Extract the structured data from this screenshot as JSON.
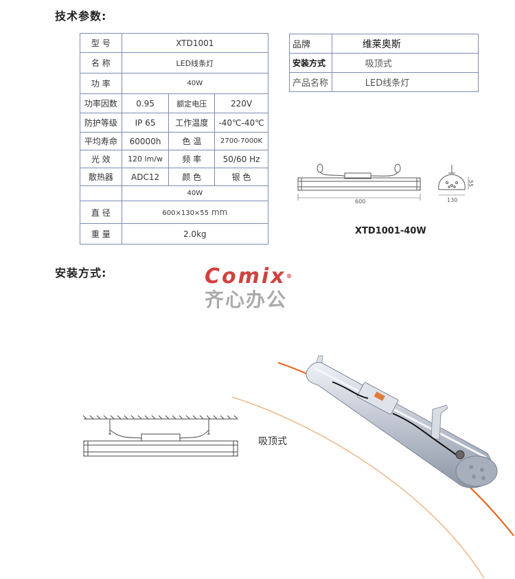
{
  "headings": {
    "params": "技术参数:",
    "install": "安装方式:"
  },
  "spec": {
    "model": {
      "label": "型  号",
      "value": "XTD1001"
    },
    "name": {
      "label": "名  称",
      "value": "LED线条灯"
    },
    "power": {
      "label": "功  率",
      "value": "40W"
    },
    "pairs": [
      {
        "l1": "功率因数",
        "v1": "0.95",
        "l2": "额定电压",
        "v2": "220V"
      },
      {
        "l1": "防护等级",
        "v1": "IP 65",
        "l2": "工作温度",
        "v2": "-40℃-40℃"
      },
      {
        "l1": "平均寿命",
        "v1": "60000h",
        "l2": "色  温",
        "v2": "2700-7000K"
      },
      {
        "l1": "光  效",
        "v1": "120 lm/w",
        "l2": "频  率",
        "v2": "50/60 Hz"
      },
      {
        "l1": "散热器",
        "v1": "ADC12",
        "l2": "颜  色",
        "v2": "银  色"
      }
    ],
    "extra_power": "40W",
    "diameter": {
      "label": "直  径",
      "value": "600×130×55",
      "unit": "mm"
    },
    "weight": {
      "label": "重  量",
      "value": "2.0kg"
    }
  },
  "brand_table": [
    {
      "label": "品牌",
      "value": "维莱奥斯"
    },
    {
      "label": "安装方式",
      "value": "吸顶式"
    },
    {
      "label": "产品名称",
      "value": "LED线条灯"
    }
  ],
  "drawing": {
    "length": "600",
    "width": "130",
    "height": "55",
    "caption": "XTD1001-40W"
  },
  "watermark": {
    "latin": "Comix",
    "reg": "®",
    "chinese": "齐心办公"
  },
  "install_label": "吸顶式",
  "colors": {
    "border": "#7c8bb4",
    "watermark_red": "#c9201f",
    "orange": "#e7681f",
    "light_orange": "#f2b98c"
  }
}
